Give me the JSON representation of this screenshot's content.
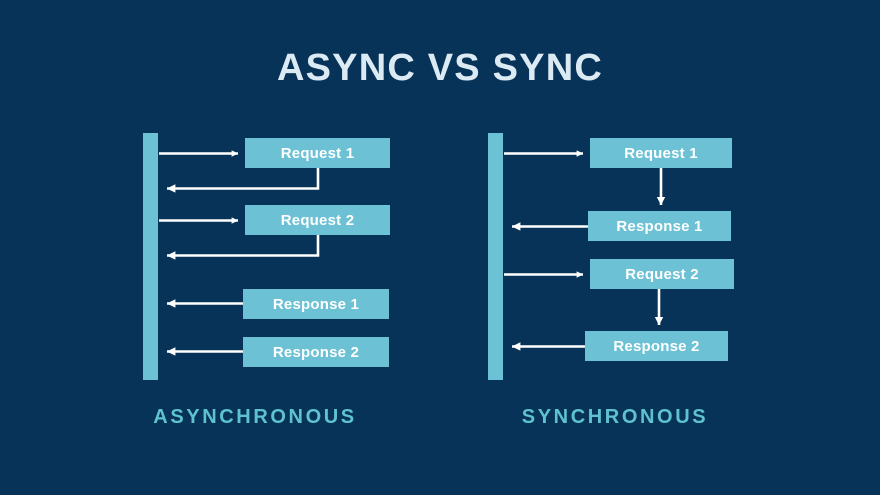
{
  "page": {
    "title": "ASYNC VS SYNC",
    "background_color": "#063357",
    "accent_color": "#6cc1d4",
    "caption_color": "#5fc2cf",
    "title_color": "#dceaf4",
    "arrow_color": "#ffffff"
  },
  "diagrams": [
    {
      "id": "asynchronous",
      "caption": "ASYNCHRONOUS",
      "lifeline_label": "client-lifeline",
      "messages": [
        {
          "label": "Request 1",
          "direction": "outgoing"
        },
        {
          "label": "Request 2",
          "direction": "outgoing"
        },
        {
          "label": "Response 1",
          "direction": "incoming"
        },
        {
          "label": "Response 2",
          "direction": "incoming"
        }
      ]
    },
    {
      "id": "synchronous",
      "caption": "SYNCHRONOUS",
      "lifeline_label": "client-lifeline",
      "messages": [
        {
          "label": "Request 1",
          "direction": "outgoing"
        },
        {
          "label": "Response 1",
          "direction": "incoming"
        },
        {
          "label": "Request 2",
          "direction": "outgoing"
        },
        {
          "label": "Response 2",
          "direction": "incoming"
        }
      ]
    }
  ]
}
